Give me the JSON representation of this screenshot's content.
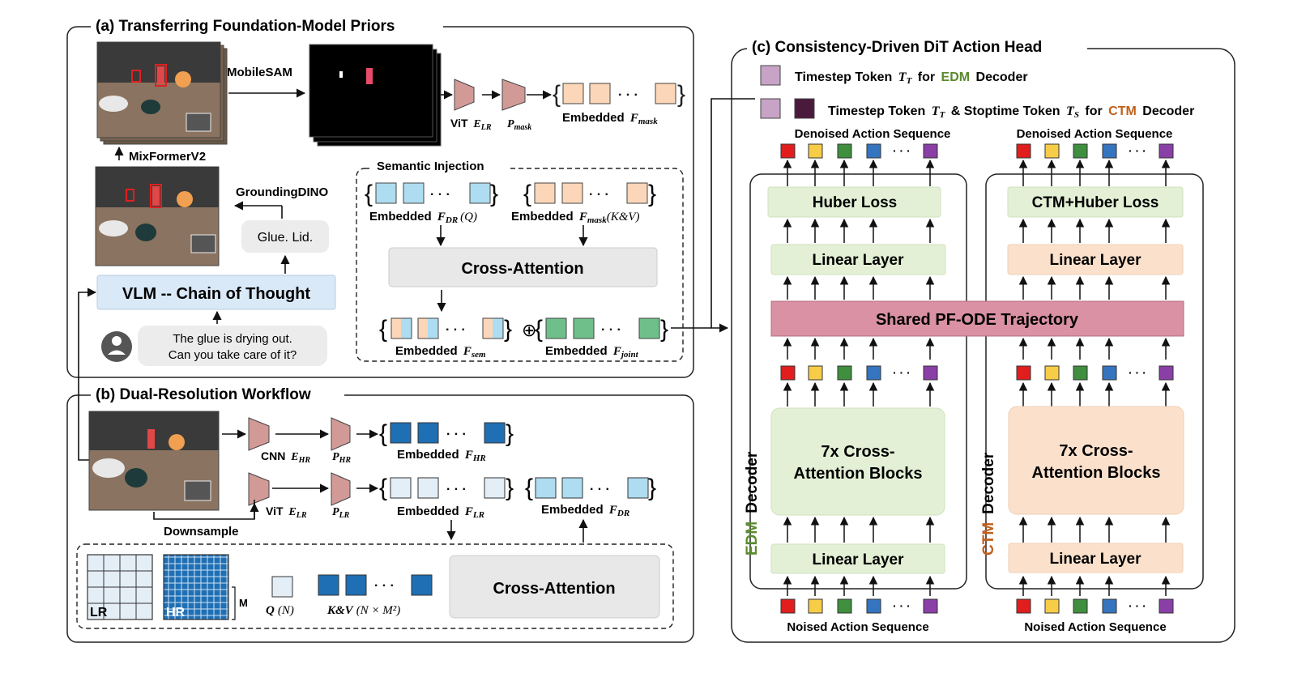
{
  "panels": {
    "a": {
      "title": "(a) Transferring Foundation-Model Priors"
    },
    "b": {
      "title": "(b) Dual-Resolution Workflow"
    },
    "c": {
      "title": "(c) Consistency-Driven DiT Action Head"
    }
  },
  "a": {
    "mobilesam": "MobileSAM",
    "mixformer": "MixFormerV2",
    "groundingdino": "GroundingDINO",
    "glue_lid": "Glue. Lid.",
    "vlm": "VLM -- Chain of Thought",
    "user_prompt_1": "The glue is drying out.",
    "user_prompt_2": "Can you take care of it?",
    "vit_label": "ViT",
    "vit_sub": "E",
    "vit_subsub": "LR",
    "pmask": "P",
    "pmask_sub": "mask",
    "emb_fmask": "Embedded",
    "emb_fmask_f": "F",
    "emb_fmask_sub": "mask",
    "semantic_injection": "Semantic Injection",
    "emb_fdr_q": "Embedded",
    "emb_fdr_q_f": "F",
    "emb_fdr_q_sub": "DR",
    "emb_fdr_q_tail": "(Q)",
    "emb_fmask_kv": "Embedded",
    "emb_fmask_kv_f": "F",
    "emb_fmask_kv_sub": "mask",
    "emb_fmask_kv_tail": "(K&V)",
    "cross_attention": "Cross-Attention",
    "emb_fsem": "Embedded",
    "emb_fsem_f": "F",
    "emb_fsem_sub": "sem",
    "oplus": "⊕",
    "emb_fjoint": "Embedded",
    "emb_fjoint_f": "F",
    "emb_fjoint_sub": "joint",
    "dots": "· · ·"
  },
  "b": {
    "cnn": "CNN",
    "cnn_sub": "E",
    "cnn_subsub": "HR",
    "phr": "P",
    "phr_sub": "HR",
    "emb_fhr": "Embedded",
    "emb_fhr_f": "F",
    "emb_fhr_sub": "HR",
    "vit": "ViT",
    "vit_sub": "E",
    "vit_subsub": "LR",
    "plr": "P",
    "plr_sub": "LR",
    "emb_flr": "Embedded",
    "emb_flr_f": "F",
    "emb_flr_sub": "LR",
    "emb_fdr": "Embedded",
    "emb_fdr_f": "F",
    "emb_fdr_sub": "DR",
    "downsample": "Downsample",
    "lr": "LR",
    "hr": "HR",
    "m": "M",
    "q_n": "Q",
    "q_n_tail": "(N)",
    "kv": "K&V",
    "kv_tail": "(N × M²)",
    "cross_attention": "Cross-Attention",
    "dots": "· · ·"
  },
  "c": {
    "legend_1_pre": "Timestep Token",
    "legend_1_sym": "T",
    "legend_1_sub": "T",
    "legend_1_mid": "for",
    "legend_1_edm": "EDM",
    "legend_1_post": "Decoder",
    "legend_2_pre": "Timestep Token",
    "legend_2_sym": "T",
    "legend_2_sub": "T",
    "legend_2_mid": "& Stoptime Token",
    "legend_2_sym2": "T",
    "legend_2_sub2": "S",
    "legend_2_for": "for",
    "legend_2_ctm": "CTM",
    "legend_2_post": "Decoder",
    "denoised_left": "Denoised Action Sequence",
    "denoised_right": "Denoised Action Sequence",
    "huber": "Huber Loss",
    "ctm_huber": "CTM+Huber Loss",
    "linear_top_left": "Linear Layer",
    "linear_top_right": "Linear Layer",
    "shared": "Shared PF-ODE Trajectory",
    "blocks_left_1": "7x Cross-",
    "blocks_left_2": "Attention Blocks",
    "blocks_right_1": "7x Cross-",
    "blocks_right_2": "Attention Blocks",
    "linear_bot_left": "Linear Layer",
    "linear_bot_right": "Linear Layer",
    "edm_decoder_1": "EDM",
    "edm_decoder_2": "Decoder",
    "ctm_decoder_1": "CTM",
    "ctm_decoder_2": "Decoder",
    "noised_left": "Noised Action Sequence",
    "noised_right": "Noised Action Sequence",
    "dots": "· · ·"
  },
  "colors": {
    "edm_green": "#5a8a2e",
    "ctm_orange": "#c0601c",
    "green_box": "#e3f0d6",
    "orange_box": "#fbe1cc",
    "shared_pink": "#d991a3",
    "blue_light": "#aedcf0",
    "blue_dark": "#1f6fb4",
    "green_token": "#6fbf8a",
    "peach_token": "#fcd6b8",
    "vlm_blue": "#dae9f7",
    "timestep": "#c7a3c6",
    "stoptime": "#4a1a3c",
    "seq_red": "#e11d1d",
    "seq_yellow": "#f7cd47",
    "seq_green": "#3f8f3f",
    "seq_blue": "#3575c0",
    "seq_purple": "#8a3fa6",
    "trapezoid": "#d29a97",
    "grey_box": "#e8e8e8"
  }
}
